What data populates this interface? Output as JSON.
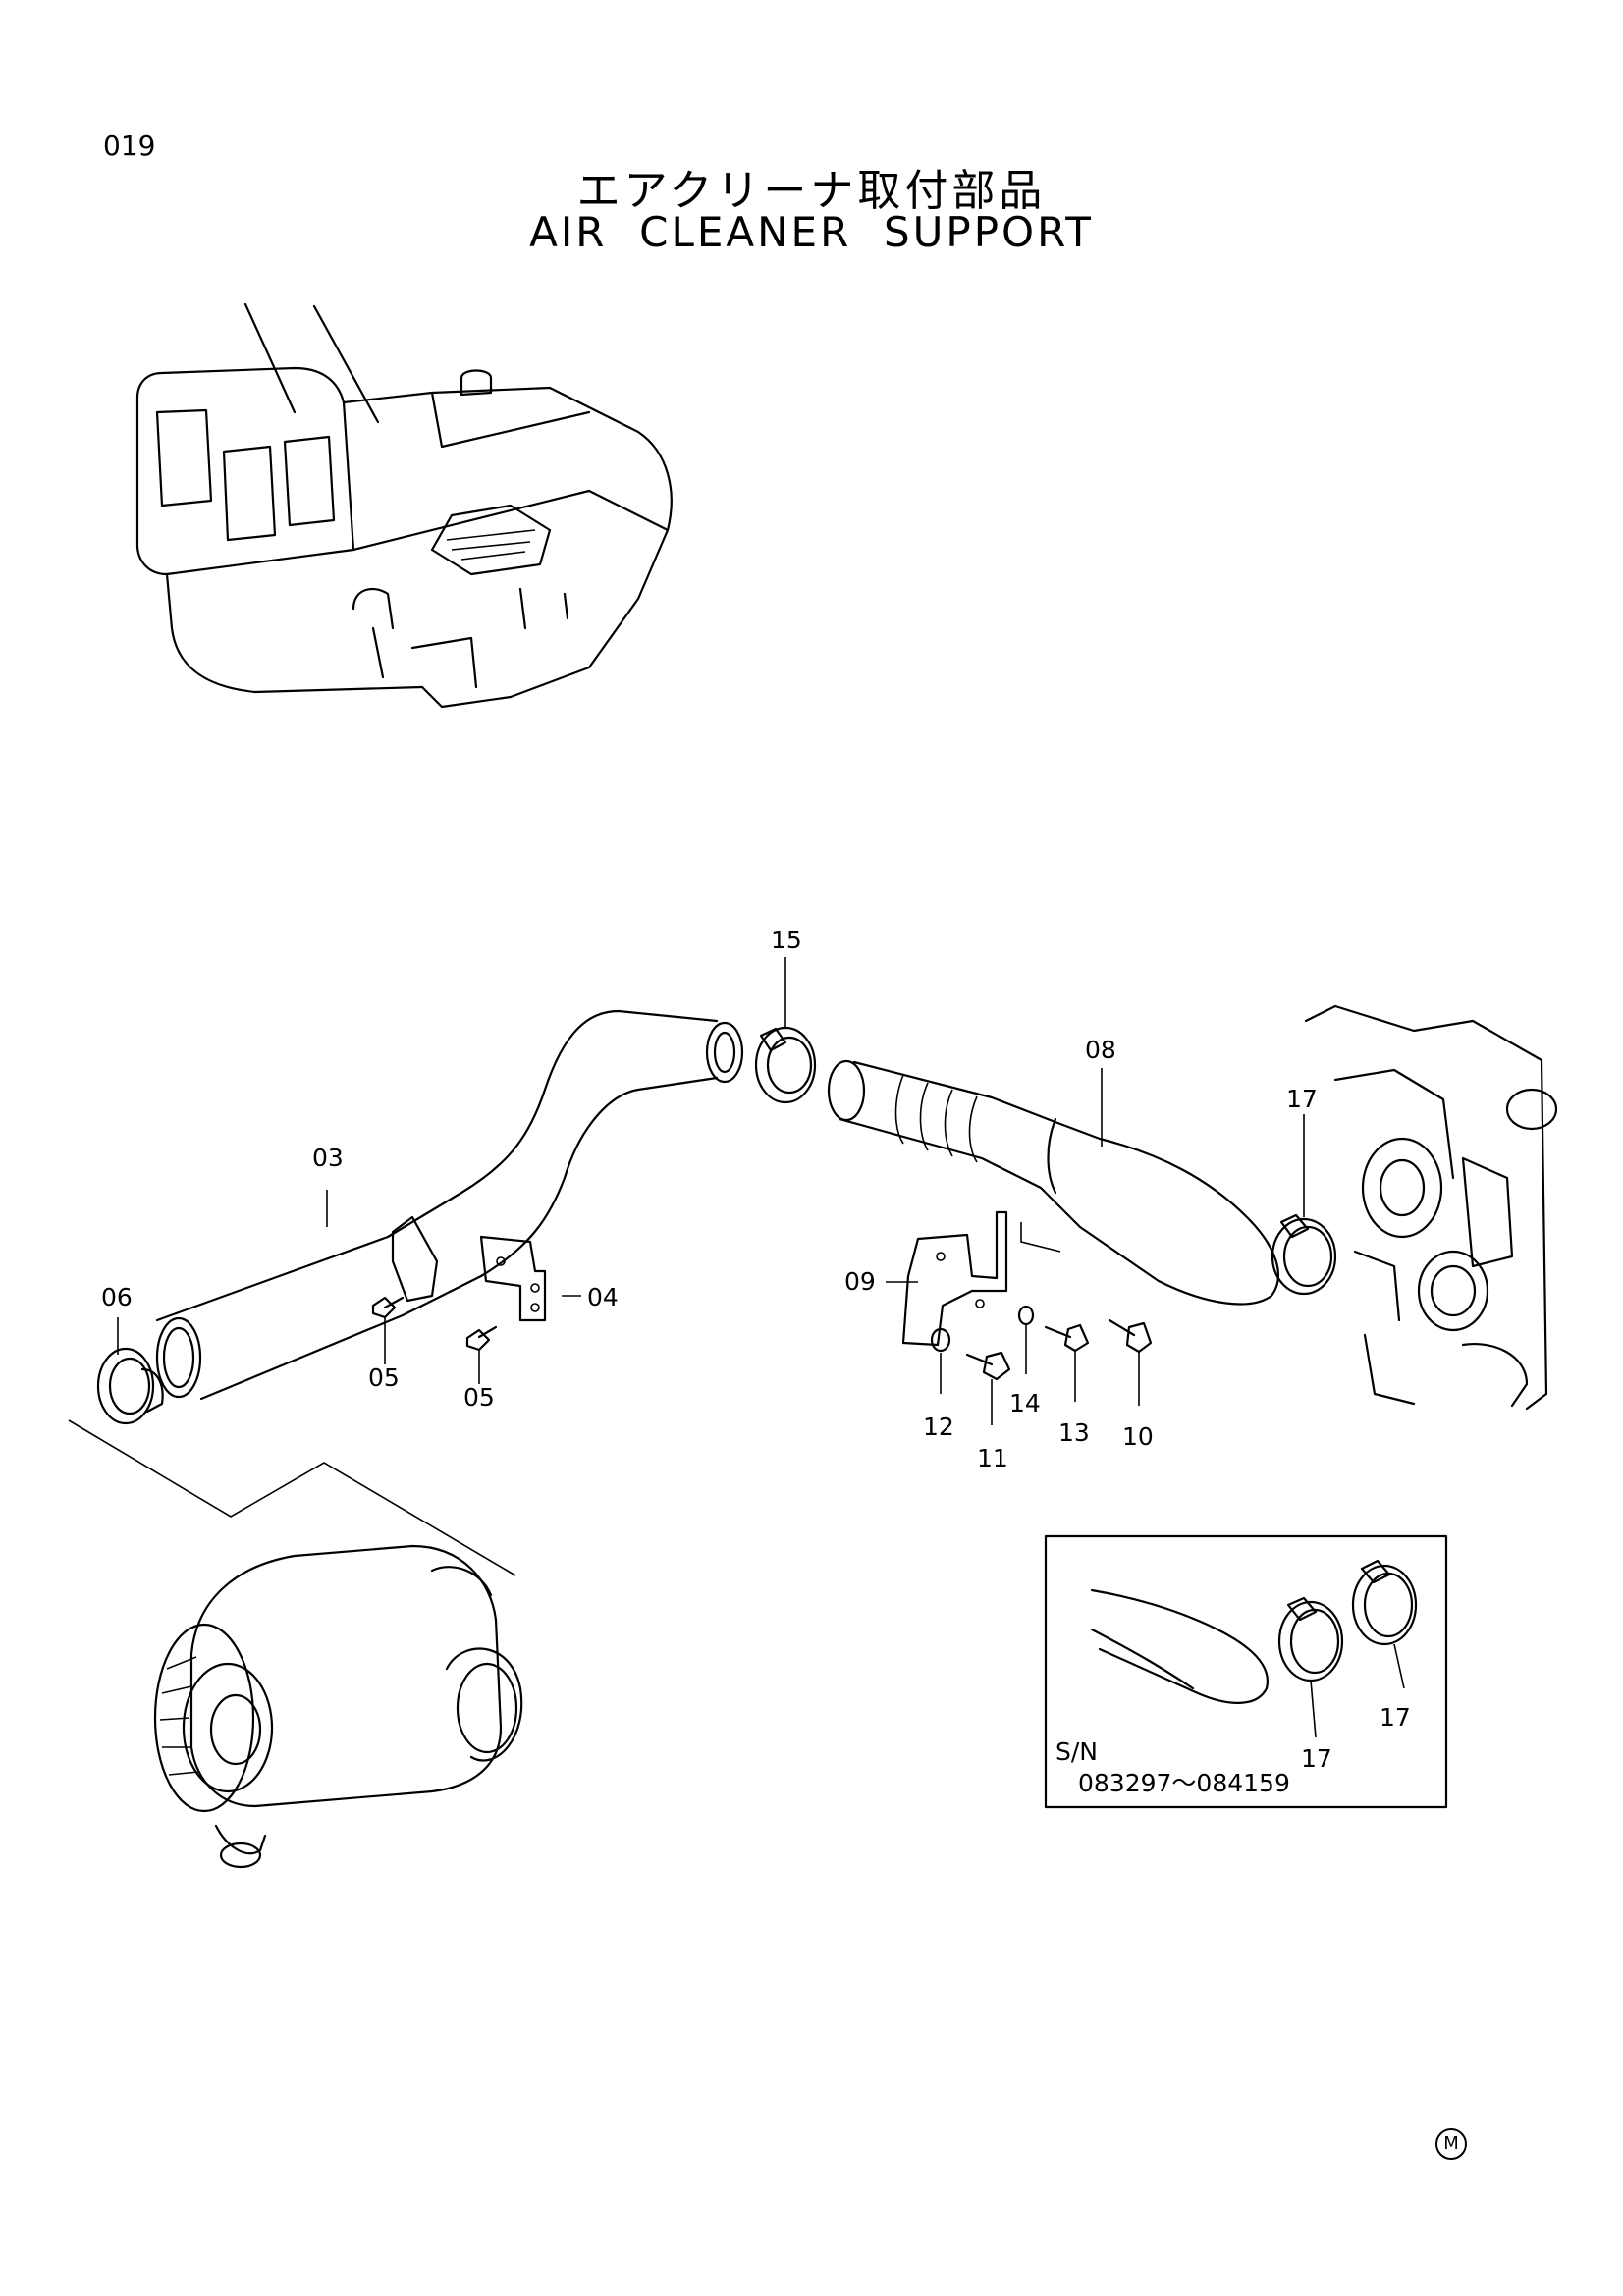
{
  "page_number": "019",
  "title_jp": "エアクリーナ取付部品",
  "title_en": "AIR  CLEANER  SUPPORT",
  "callouts": {
    "p03": "03",
    "p04": "04",
    "p05a": "05",
    "p05b": "05",
    "p06": "06",
    "p08": "08",
    "p09": "09",
    "p10": "10",
    "p11": "11",
    "p12": "12",
    "p13": "13",
    "p14": "14",
    "p15": "15",
    "p17": "17"
  },
  "inset": {
    "sn_label": "S/N",
    "serial_range": "083297～084159",
    "callout_a": "17",
    "callout_b": "17"
  },
  "corner_mark": "M"
}
